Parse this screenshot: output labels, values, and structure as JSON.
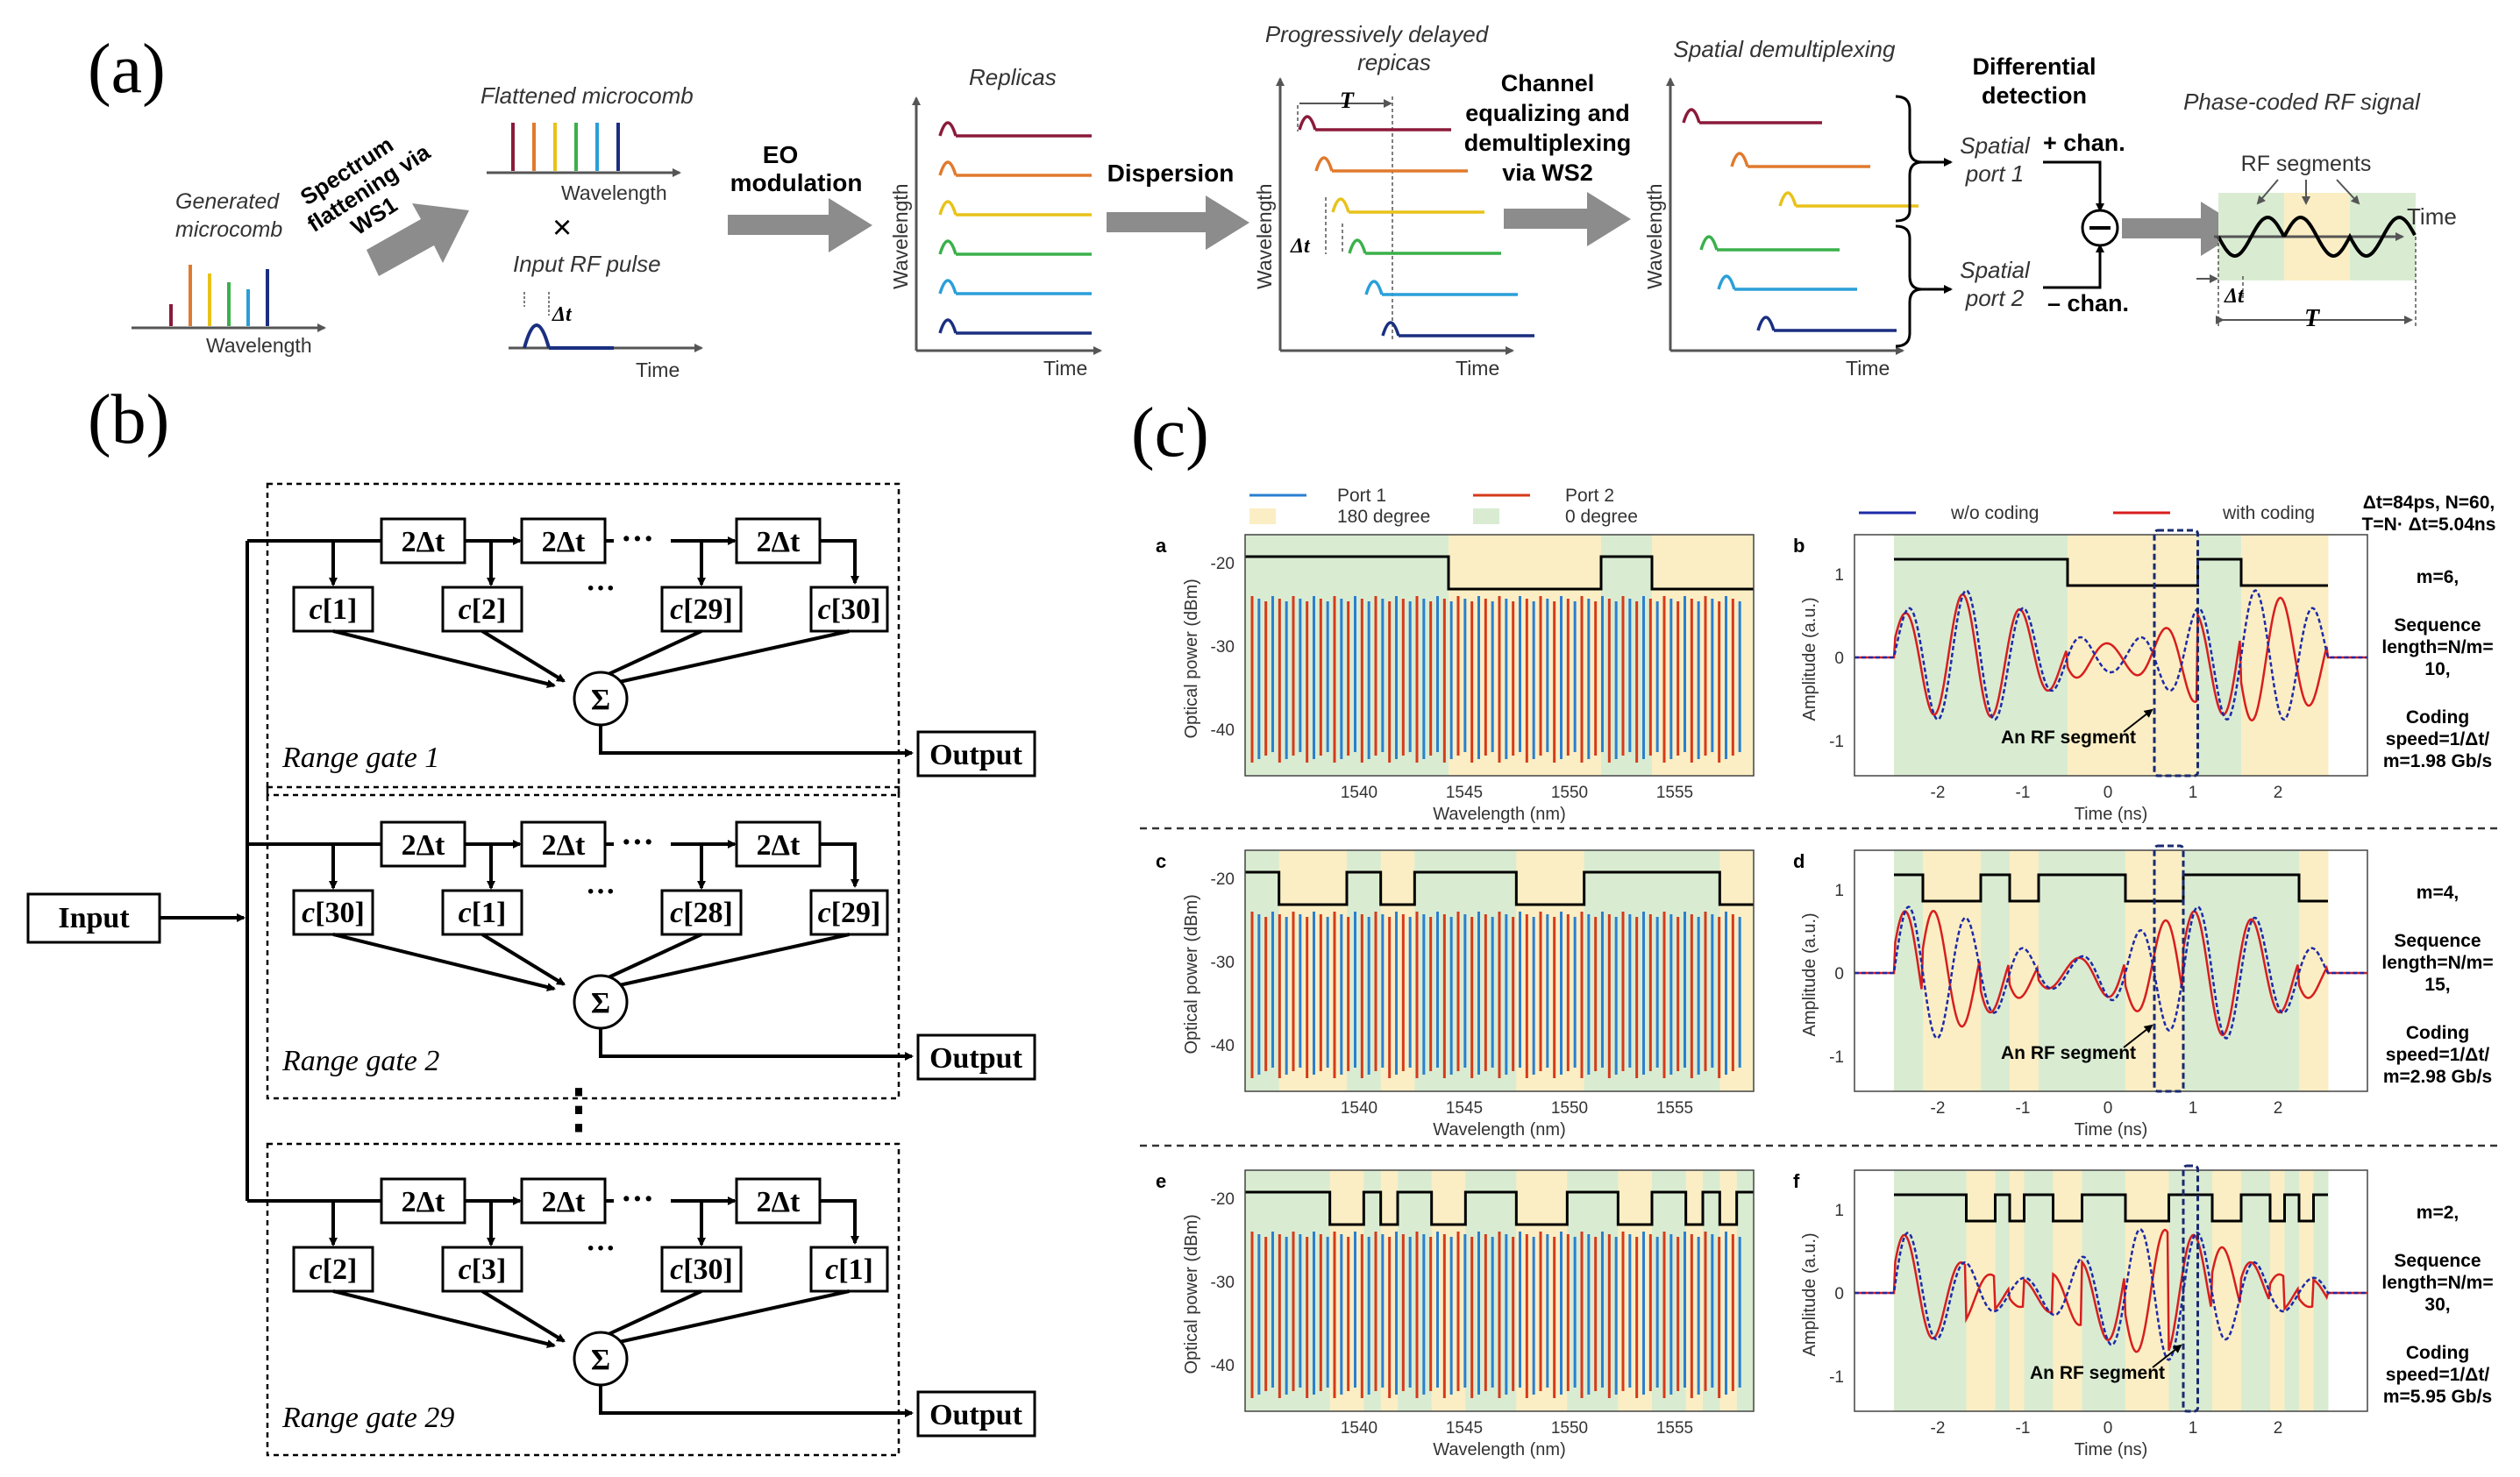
{
  "panel_labels": {
    "a": "(a)",
    "b": "(b)",
    "c": "(c)"
  },
  "colors": {
    "comb": [
      "#8b1a3a",
      "#e07a2e",
      "#e8c21a",
      "#3ab04a",
      "#2a9fd8",
      "#1a2f80"
    ],
    "port1": "#2a7fd0",
    "port2": "#d63a1a",
    "with_coding": "#d81e1e",
    "wo_coding": "#1e2aa8",
    "bg_180": "#fbeec4",
    "bg_0": "#d9ecd2",
    "arrow_gray": "#8c8c8c"
  },
  "part_a": {
    "generated_microcomb": "Generated microcomb",
    "spectrum_flattening": "Spectrum flattening via WS1",
    "flattened_microcomb": "Flattened microcomb",
    "wavelength": "Wavelength",
    "input_rf_pulse": "Input RF pulse",
    "time": "Time",
    "delta_t": "Δt",
    "eo_modulation": "EO modulation",
    "replicas": "Replicas",
    "dispersion": "Dispersion",
    "progressively_delayed": "Progressively delayed repicas",
    "T": "T",
    "channel_equalizing": "Channel equalizing and demultiplexing via WS2",
    "spatial_demux": "Spatial demultiplexing",
    "spatial_port1": "Spatial port 1",
    "spatial_port2": "Spatial port 2",
    "differential_detection": "Differential detection",
    "plus_chan": "+ chan.",
    "minus_chan": "– chan.",
    "phase_coded": "Phase-coded RF signal",
    "rf_segments": "RF segments"
  },
  "part_b": {
    "input": "Input",
    "output": "Output",
    "delay": "2Δt",
    "dots": "···",
    "sigma": "Σ",
    "vdots": "⋮",
    "gates": [
      {
        "label": "Range gate 1",
        "coeffs": [
          "1",
          "2",
          "29",
          "30"
        ]
      },
      {
        "label": "Range gate 2",
        "coeffs": [
          "30",
          "1",
          "28",
          "29"
        ]
      },
      {
        "label": "Range gate 29",
        "coeffs": [
          "2",
          "3",
          "30",
          "1"
        ]
      }
    ]
  },
  "part_c": {
    "legend_left": {
      "port1": "Port 1",
      "port2": "Port 2",
      "deg180": "180 degree",
      "deg0": "0 degree"
    },
    "legend_right": {
      "wo": "w/o coding",
      "with": "with coding"
    },
    "params_top": "Δt=84ps, N=60, T=N· Δt=5.04ns",
    "optical_ylabel": "Optical power (dBm)",
    "optical_xlabel": "Wavelength (nm)",
    "amp_ylabel": "Amplitude (a.u.)",
    "amp_xlabel": "Time (ns)",
    "optical_xticks": [
      "1540",
      "1545",
      "1550",
      "1555"
    ],
    "optical_yticks": [
      "-20",
      "-30",
      "-40"
    ],
    "time_xticks": [
      "-2",
      "-1",
      "0",
      "1",
      "2"
    ],
    "amp_yticks": [
      "1",
      "0",
      "-1"
    ],
    "rf_segment": "An RF segment",
    "rows": [
      {
        "left_label": "a",
        "right_label": "b",
        "m": "m=6,",
        "seq": [
          "Sequence",
          "length=N/m=",
          "10,"
        ],
        "coding": [
          "Coding",
          "speed=1/Δt/",
          "m=1.98 Gb/s"
        ],
        "code": [
          1,
          1,
          1,
          1,
          0,
          0,
          0,
          1,
          0,
          0
        ]
      },
      {
        "left_label": "c",
        "right_label": "d",
        "m": "m=4,",
        "seq": [
          "Sequence",
          "length=N/m=",
          "15,"
        ],
        "coding": [
          "Coding",
          "speed=1/Δt/",
          "m=2.98 Gb/s"
        ],
        "code": [
          1,
          0,
          0,
          1,
          0,
          1,
          1,
          1,
          0,
          0,
          1,
          1,
          1,
          1,
          0
        ]
      },
      {
        "left_label": "e",
        "right_label": "f",
        "m": "m=2,",
        "seq": [
          "Sequence",
          "length=N/m=",
          "30,"
        ],
        "coding": [
          "Coding",
          "speed=1/Δt/",
          "m=5.95 Gb/s"
        ],
        "code": [
          1,
          1,
          1,
          1,
          1,
          0,
          0,
          1,
          0,
          1,
          1,
          0,
          0,
          1,
          1,
          1,
          0,
          0,
          0,
          1,
          1,
          1,
          0,
          0,
          1,
          1,
          0,
          1,
          0,
          1
        ]
      }
    ]
  }
}
